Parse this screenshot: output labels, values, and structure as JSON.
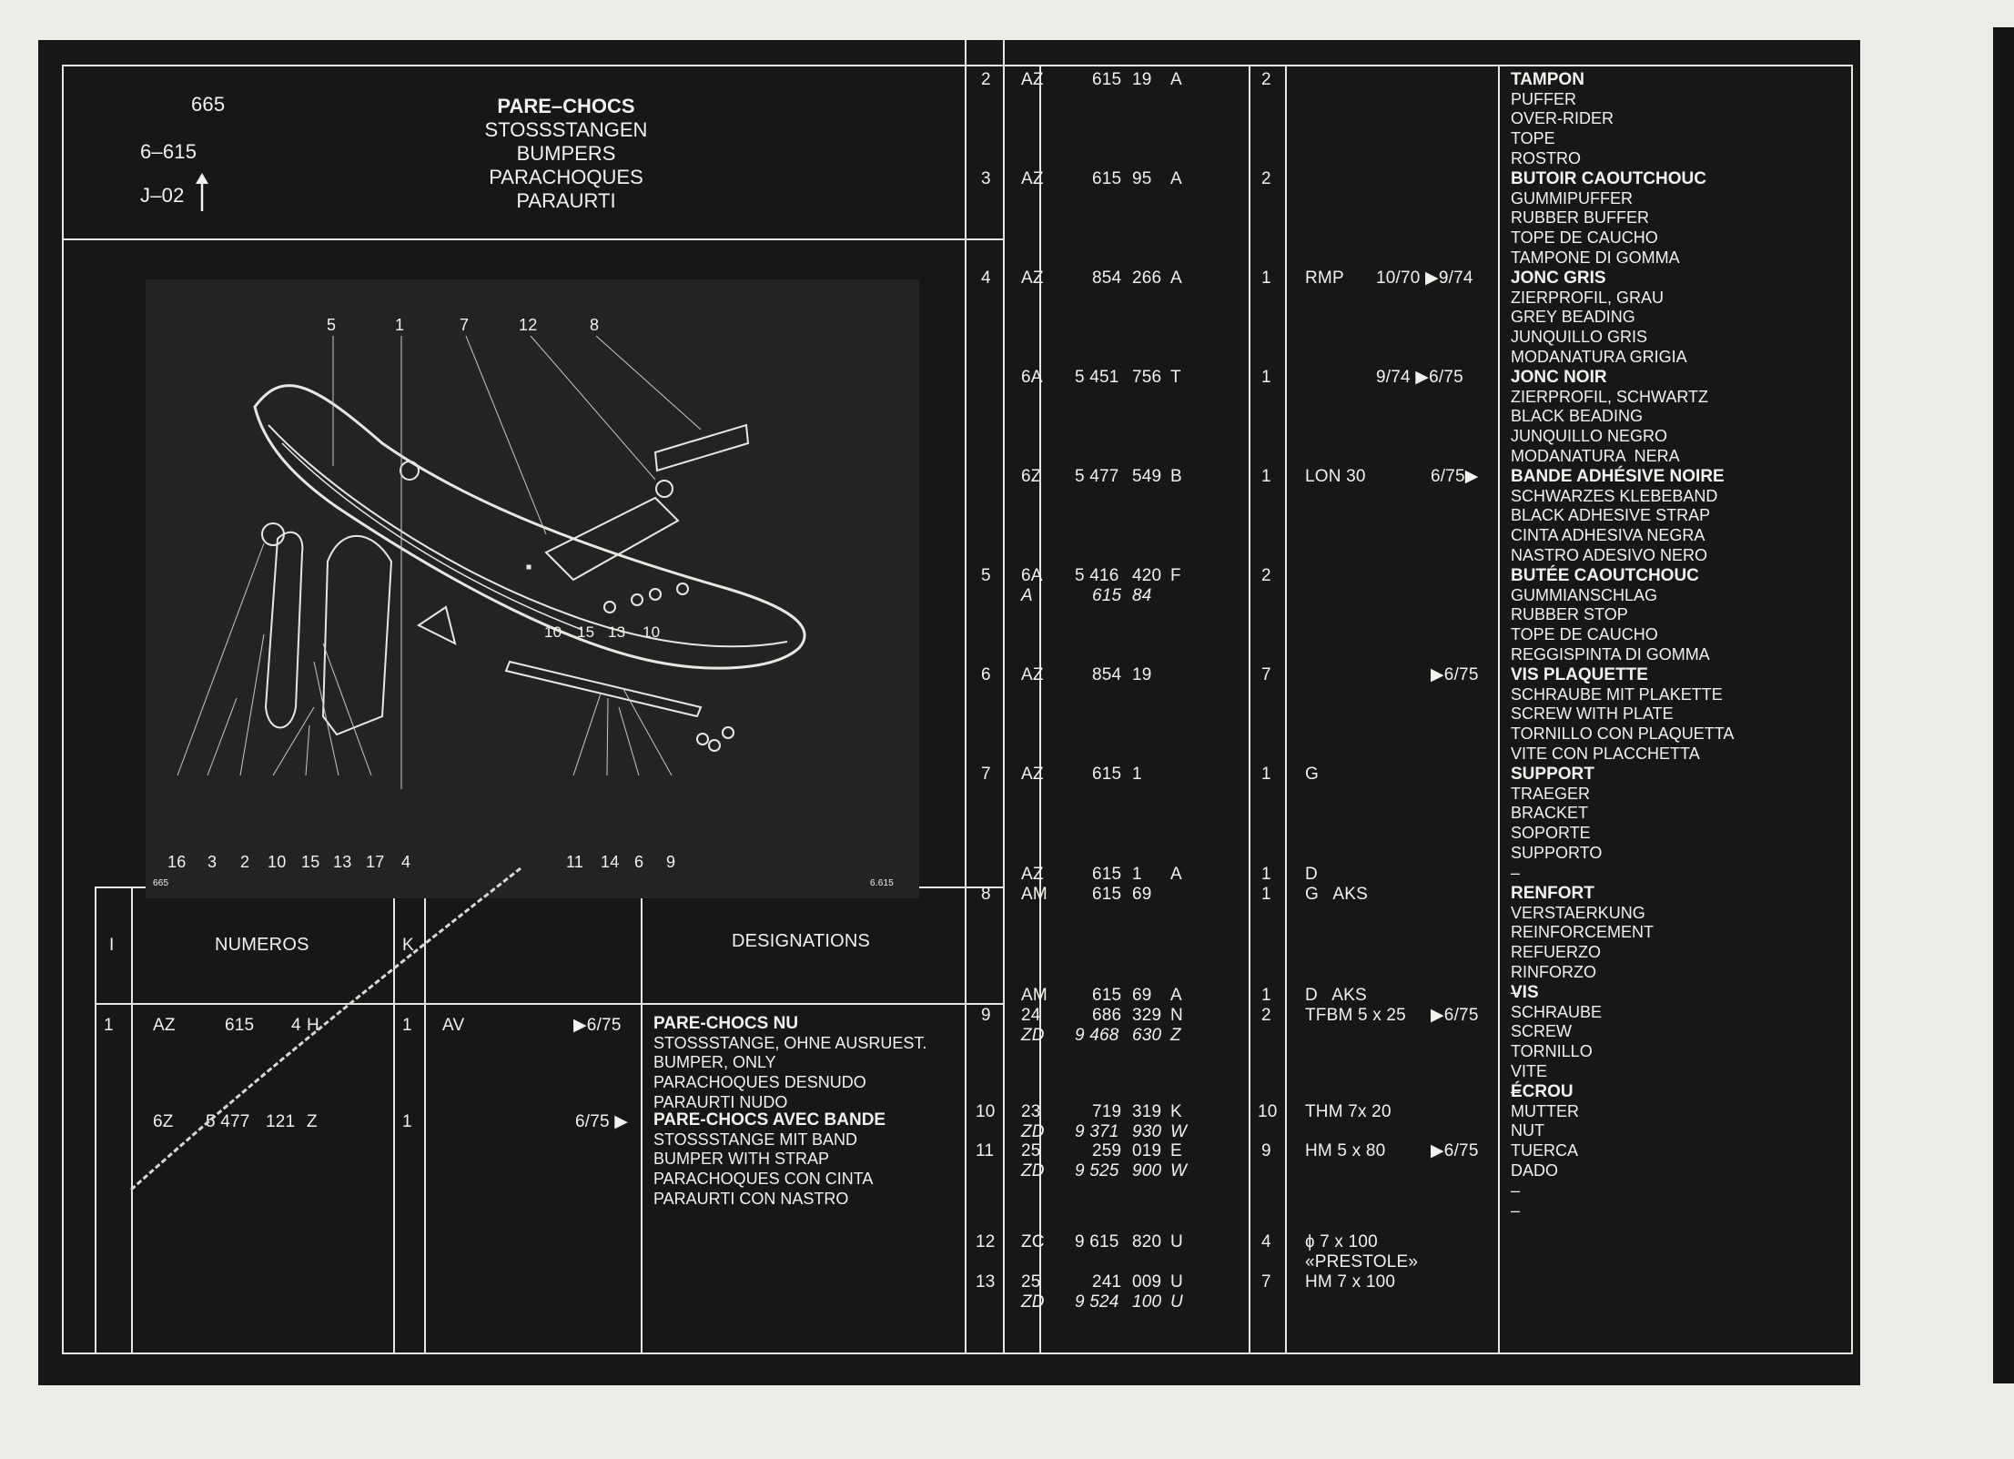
{
  "header": {
    "plate": "665",
    "model": "6–615",
    "date": "J–02",
    "titles": [
      "PARE–CHOCS",
      "STOSSSTANGEN",
      "BUMPERS",
      "PARACHOQUES",
      "PARAURTI"
    ]
  },
  "drawing": {
    "callouts_top": [
      "5",
      "1",
      "7",
      "12",
      "8"
    ],
    "callouts_bottom": [
      "16",
      "3",
      "2",
      "10",
      "15",
      "13",
      "17",
      "4",
      "11",
      "14",
      "6",
      "9"
    ],
    "callouts_mid": [
      "10",
      "15",
      "13",
      "10"
    ],
    "ref_left": "665",
    "ref_right": "6.615"
  },
  "table_head": {
    "i": "I",
    "numeros": "NUMEROS",
    "k": "K",
    "designations": "DESIGNATIONS"
  },
  "left_rows": [
    {
      "i": "1",
      "prefix": "AZ",
      "num": "615",
      "num2": "4",
      "suffix": "H",
      "k": "1",
      "obs": "AV",
      "date": "▶6/75",
      "desig": [
        "PARE-CHOCS NU",
        "STOSSSTANGE, OHNE AUSRUEST.",
        "BUMPER, ONLY",
        "PARACHOQUES DESNUDO",
        "PARAURTI NUDO"
      ]
    },
    {
      "i": "",
      "prefix": "6Z",
      "num": "5 477",
      "num2": "121",
      "suffix": "Z",
      "k": "1",
      "obs": "",
      "date": "6/75 ▶",
      "desig": [
        "PARE-CHOCS AVEC BANDE",
        "STOSSSTANGE MIT BAND",
        "BUMPER WITH STRAP",
        "PARACHOQUES CON CINTA",
        "PARAURTI CON NASTRO"
      ]
    }
  ],
  "right_rows": [
    {
      "i": "2",
      "lines": [
        {
          "p": "AZ",
          "n": "615",
          "n2": "19",
          "s": "A"
        }
      ],
      "k": "2",
      "obs": "",
      "date": ""
    },
    {
      "i": "3",
      "lines": [
        {
          "p": "AZ",
          "n": "615",
          "n2": "95",
          "s": "A"
        }
      ],
      "k": "2",
      "obs": "",
      "date": ""
    },
    {
      "i": "4",
      "lines": [
        {
          "p": "AZ",
          "n": "854",
          "n2": "266",
          "s": "A"
        }
      ],
      "k": "1",
      "obs": "RMP",
      "date": "10/70 ▶9/74"
    },
    {
      "i": "",
      "lines": [
        {
          "p": "6A",
          "n": "5 451",
          "n2": "756",
          "s": "T"
        }
      ],
      "k": "1",
      "obs": "",
      "date": "9/74 ▶6/75"
    },
    {
      "i": "",
      "lines": [
        {
          "p": "6Z",
          "n": "5 477",
          "n2": "549",
          "s": "B"
        }
      ],
      "k": "1",
      "obs": "LON 30",
      "date": "6/75▶"
    },
    {
      "i": "5",
      "lines": [
        {
          "p": "6A",
          "n": "5 416",
          "n2": "420",
          "s": "F"
        },
        {
          "p": "A",
          "n": "615",
          "n2": "84",
          "s": "",
          "it": true
        }
      ],
      "k": "2",
      "obs": "",
      "date": ""
    },
    {
      "i": "6",
      "lines": [
        {
          "p": "AZ",
          "n": "854",
          "n2": "19",
          "s": ""
        }
      ],
      "k": "7",
      "obs": "",
      "date": "▶6/75"
    },
    {
      "i": "7",
      "lines": [
        {
          "p": "AZ",
          "n": "615",
          "n2": "1",
          "s": ""
        }
      ],
      "k": "1",
      "obs": "G",
      "date": ""
    },
    {
      "i": "",
      "lines": [
        {
          "p": "AZ",
          "n": "615",
          "n2": "1",
          "s": "A"
        }
      ],
      "k": "1",
      "obs": "D",
      "date": ""
    },
    {
      "i": "8",
      "lines": [
        {
          "p": "AM",
          "n": "615",
          "n2": "69",
          "s": ""
        }
      ],
      "k": "1",
      "obs": "G   AKS",
      "date": ""
    },
    {
      "i": "",
      "lines": [
        {
          "p": "AM",
          "n": "615",
          "n2": "69",
          "s": "A"
        }
      ],
      "k": "1",
      "obs": "D   AKS",
      "date": ""
    },
    {
      "i": "9",
      "lines": [
        {
          "p": "24",
          "n": "686",
          "n2": "329",
          "s": "N"
        },
        {
          "p": "ZD",
          "n": "9 468",
          "n2": "630",
          "s": "Z",
          "it": true
        }
      ],
      "k": "2",
      "obs": "TFBM 5 x 25",
      "date": "▶6/75"
    },
    {
      "i": "10",
      "lines": [
        {
          "p": "23",
          "n": "719",
          "n2": "319",
          "s": "K"
        },
        {
          "p": "ZD",
          "n": "9 371",
          "n2": "930",
          "s": "W",
          "it": true
        }
      ],
      "k": "10",
      "obs": "THM 7x 20",
      "date": ""
    },
    {
      "i": "11",
      "lines": [
        {
          "p": "25",
          "n": "259",
          "n2": "019",
          "s": "E"
        },
        {
          "p": "ZD",
          "n": "9 525",
          "n2": "900",
          "s": "W",
          "it": true
        }
      ],
      "k": "9",
      "obs": "HM 5 x 80",
      "date": "▶6/75"
    },
    {
      "i": "12",
      "lines": [
        {
          "p": "ZC",
          "n": "9 615",
          "n2": "820",
          "s": "U"
        }
      ],
      "k": "4",
      "obs": "ɸ 7 x 100",
      "obs2": "«PRESTOLE»",
      "date": ""
    },
    {
      "i": "13",
      "lines": [
        {
          "p": "25",
          "n": "241",
          "n2": "009",
          "s": "U"
        },
        {
          "p": "ZD",
          "n": "9 524",
          "n2": "100",
          "s": "U",
          "it": true
        }
      ],
      "k": "7",
      "obs": "HM 7 x 100",
      "date": ""
    }
  ],
  "designations": [
    [
      "TAMPON",
      "PUFFER",
      "OVER-RIDER",
      "TOPE",
      "ROSTRO"
    ],
    [
      "BUTOIR CAOUTCHOUC",
      "GUMMIPUFFER",
      "RUBBER BUFFER",
      "TOPE DE CAUCHO",
      "TAMPONE DI GOMMA"
    ],
    [
      "JONC GRIS",
      "ZIERPROFIL, GRAU",
      "GREY BEADING",
      "JUNQUILLO GRIS",
      "MODANATURA GRIGIA"
    ],
    [
      "JONC NOIR",
      "ZIERPROFIL, SCHWARTZ",
      "BLACK BEADING",
      "JUNQUILLO NEGRO",
      "MODANATURA  NERA"
    ],
    [
      "BANDE ADHÉSIVE NOIRE",
      "SCHWARZES KLEBEBAND",
      "BLACK ADHESIVE STRAP",
      "CINTA ADHESIVA NEGRA",
      "NASTRO ADESIVO NERO"
    ],
    [
      "BUTÉE CAOUTCHOUC",
      "GUMMIANSCHLAG",
      "RUBBER STOP",
      "TOPE DE CAUCHO",
      "REGGISPINTA DI GOMMA"
    ],
    [
      "VIS PLAQUETTE",
      "SCHRAUBE MIT PLAKETTE",
      "SCREW WITH PLATE",
      "TORNILLO CON PLAQUETTA",
      "VITE CON PLACCHETTA"
    ],
    [
      "SUPPORT",
      "TRAEGER",
      "BRACKET",
      "SOPORTE",
      "SUPPORTO",
      "–"
    ],
    [
      "RENFORT",
      "VERSTAERKUNG",
      "REINFORCEMENT",
      "REFUERZO",
      "RINFORZO",
      "–"
    ],
    [
      "VIS",
      "SCHRAUBE",
      "SCREW",
      "TORNILLO",
      "VITE",
      "–"
    ],
    [
      "ÉCROU",
      "MUTTER",
      "NUT",
      "TUERCA",
      "DADO",
      "–"
    ],
    [
      "–"
    ]
  ]
}
